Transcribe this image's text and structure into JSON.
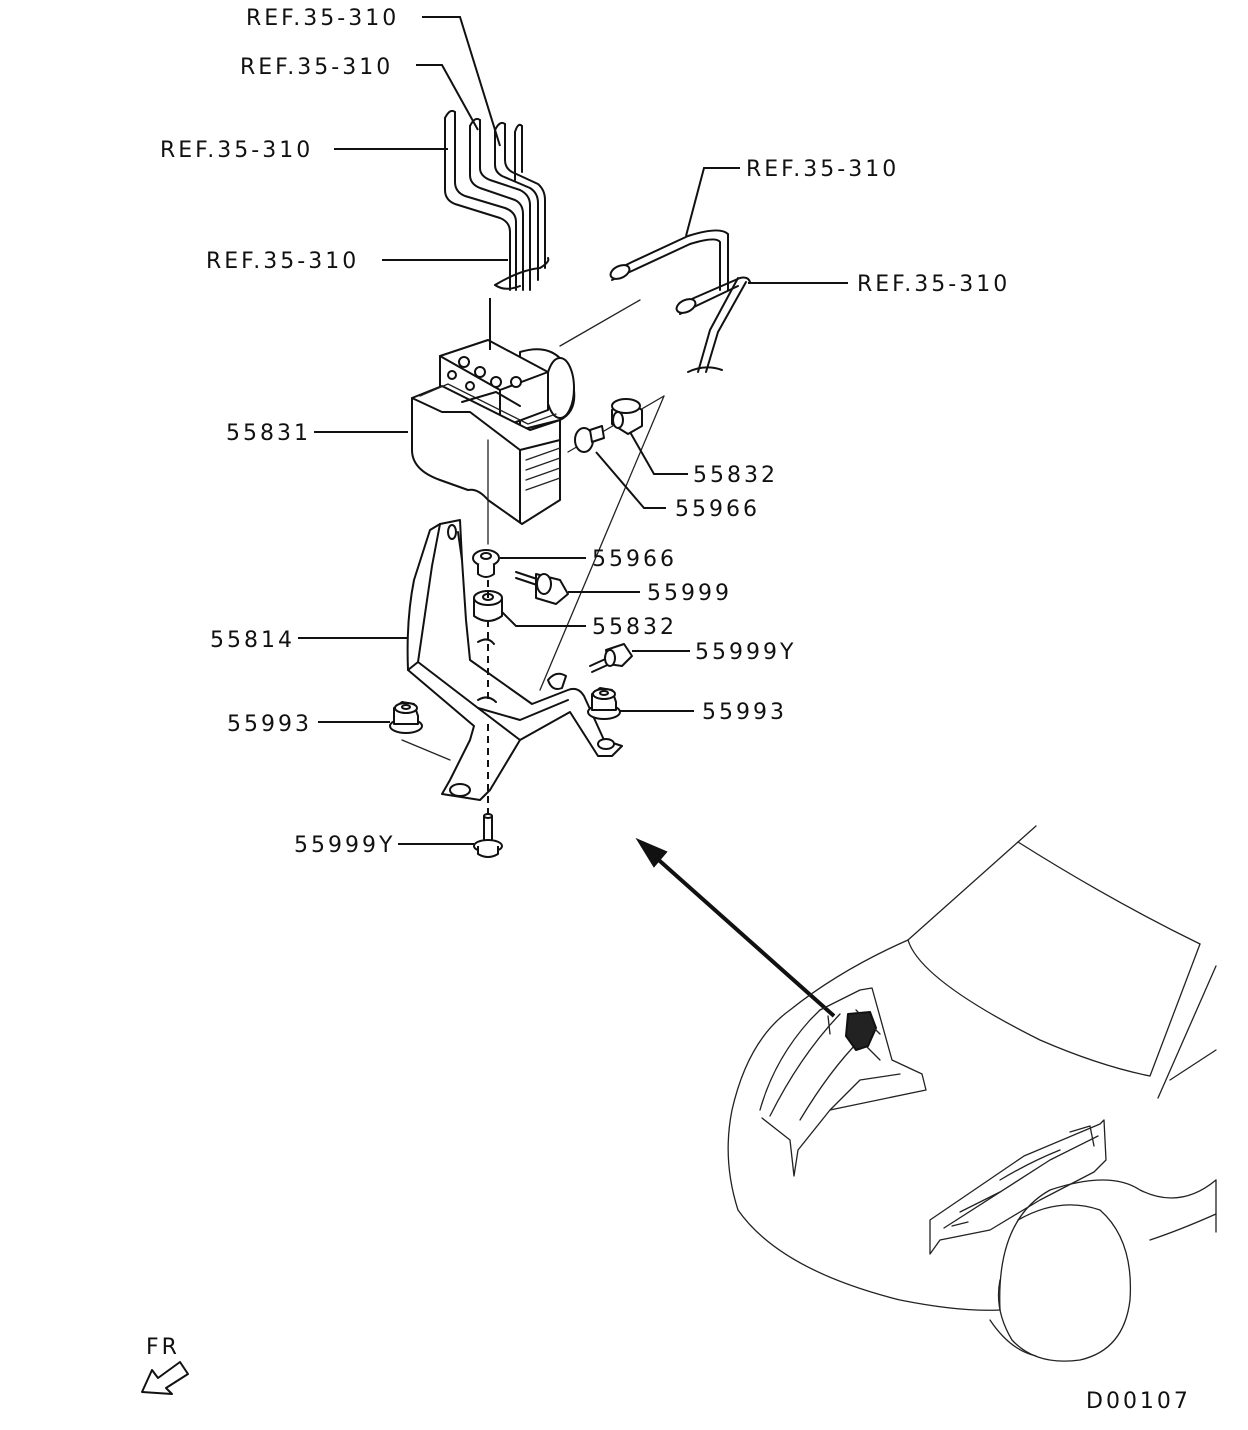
{
  "labels": {
    "ref_top_1": "REF.35-310",
    "ref_top_2": "REF.35-310",
    "ref_top_3": "REF.35-310",
    "ref_top_4": "REF.35-310",
    "ref_right_1": "REF.35-310",
    "ref_right_2": "REF.35-310",
    "hydraulic_unit": "55831",
    "bushing_right": "55832",
    "collar_right": "55966",
    "collar_lower": "55966",
    "bolt": "55999",
    "bushing_lower": "55832",
    "bracket": "55814",
    "bolt_y_right": "55999Y",
    "nut_left": "55993",
    "nut_right": "55993",
    "bolt_y_bottom": "55999Y",
    "front_indicator": "FR",
    "diagram_code": "D00107"
  }
}
